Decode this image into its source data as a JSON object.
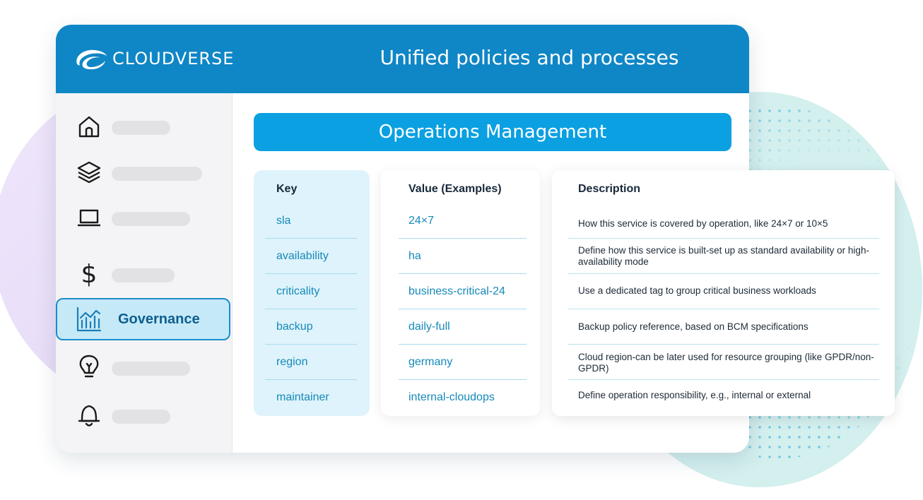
{
  "header": {
    "brand": "CLOUDVERSE",
    "title": "Unified policies and processes"
  },
  "sidebar": {
    "items": [
      {
        "icon": "home-icon",
        "label": ""
      },
      {
        "icon": "layers-icon",
        "label": ""
      },
      {
        "icon": "laptop-icon",
        "label": ""
      },
      {
        "icon": "dollar-icon",
        "label": ""
      },
      {
        "icon": "chart-icon",
        "label": "Governance"
      },
      {
        "icon": "lightbulb-icon",
        "label": ""
      },
      {
        "icon": "bell-icon",
        "label": ""
      }
    ]
  },
  "section": {
    "title": "Operations Management"
  },
  "table": {
    "headers": {
      "key": "Key",
      "value": "Value (Examples)",
      "description": "Description"
    },
    "rows": [
      {
        "key": "sla",
        "value": "24×7",
        "description": "How this service is covered by operation, like 24×7 or 10×5"
      },
      {
        "key": "availability",
        "value": "ha",
        "description": "Define how this service is built-set up as standard availability or high-availability mode"
      },
      {
        "key": "criticality",
        "value": "business-critical-24",
        "description": "Use a dedicated tag to group critical business workloads"
      },
      {
        "key": "backup",
        "value": "daily-full",
        "description": "Backup policy reference, based on BCM specifications"
      },
      {
        "key": "region",
        "value": "germany",
        "description": "Cloud region-can be later used for resource grouping (like GPDR/non-GPDR)"
      },
      {
        "key": "maintainer",
        "value": "internal-cloudops",
        "description": "Define operation responsibility, e.g., internal or external"
      }
    ]
  },
  "colors": {
    "header": "#0f86c6",
    "banner": "#0aa0e2",
    "accent_text": "#1689b9",
    "active_nav": "#c6e9f8"
  }
}
